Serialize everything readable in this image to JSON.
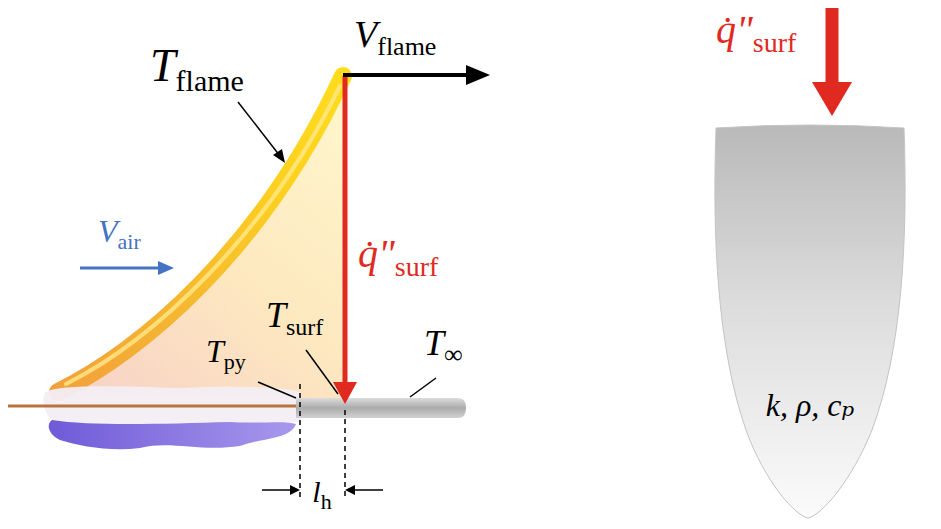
{
  "diagram": {
    "nodes": [
      {
        "text": [
          "k, ρ, cₚ"
        ]
      }
    ],
    "labels": [
      "Vflame",
      "Tflame",
      "Vair",
      "q̇\"surf",
      "Tsurf",
      "Tpy",
      "T∞",
      "lh",
      "q̇\"surf"
    ]
  }
}
